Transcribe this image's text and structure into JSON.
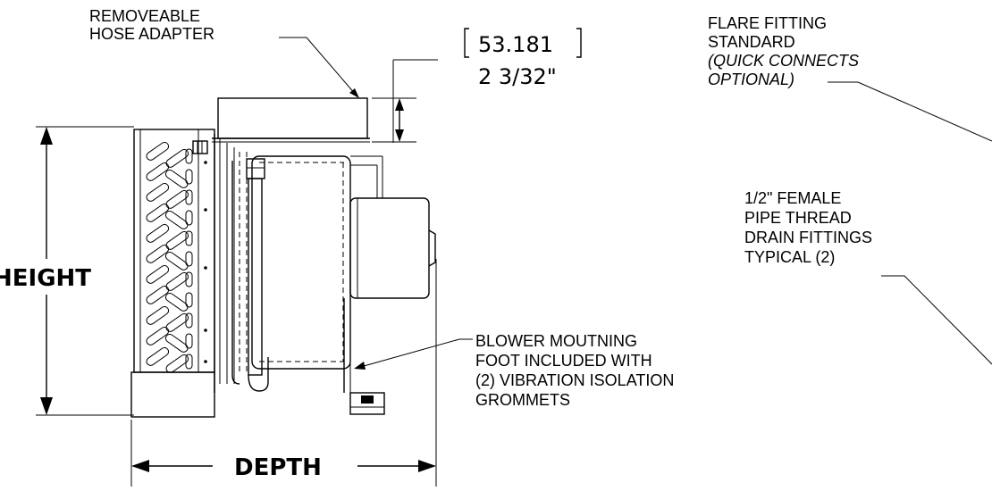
{
  "labels": {
    "hose_adapter": [
      "REMOVEABLE",
      "HOSE ADAPTER"
    ],
    "flare_fitting": [
      "FLARE FITTING",
      "STANDARD"
    ],
    "flare_optional": [
      "(QUICK CONNECTS",
      "OPTIONAL)"
    ],
    "drain_fittings": [
      "1/2\" FEMALE",
      "PIPE THREAD",
      "DRAIN FITTINGS",
      "TYPICAL (2)"
    ],
    "blower_foot": [
      "BLOWER MOUTNING",
      "FOOT INCLUDED WITH",
      "(2) VIBRATION ISOLATION",
      "GROMMETS"
    ]
  },
  "dimensions": {
    "adapter_metric": "53.181",
    "adapter_imperial": "2 3/32\"",
    "height_label": "HEIGHT",
    "depth_label": "DEPTH"
  }
}
